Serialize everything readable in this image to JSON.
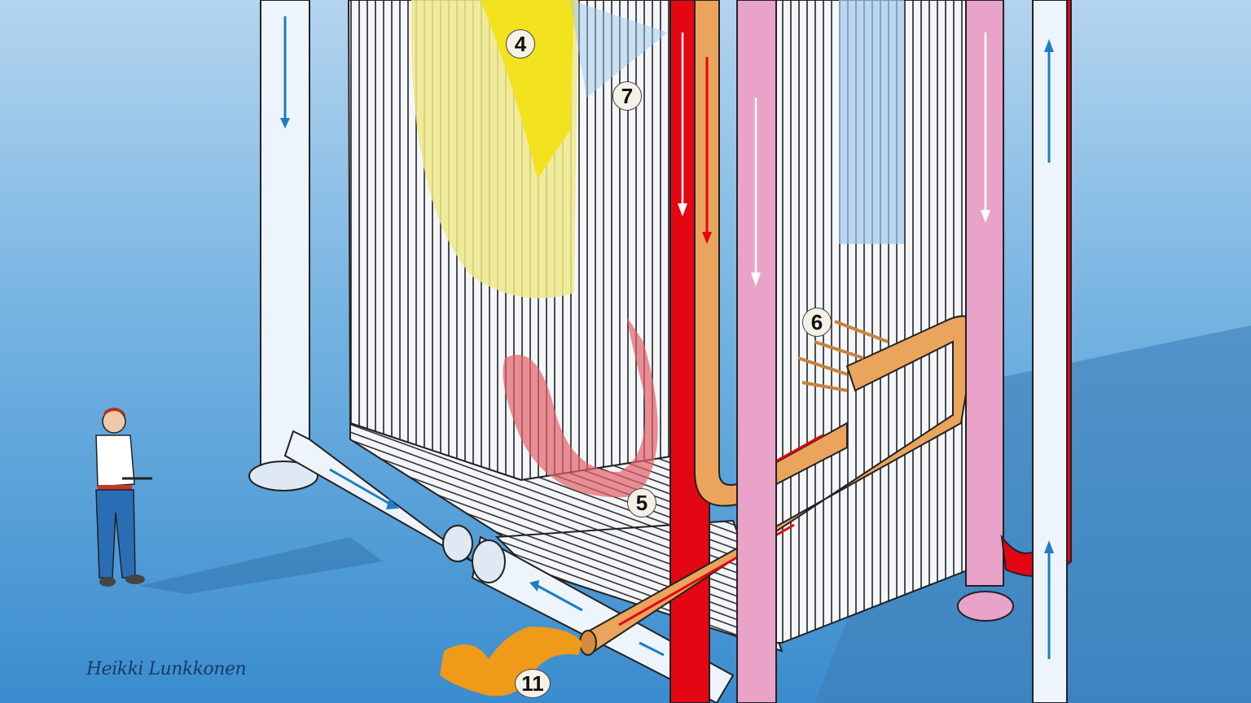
{
  "illustration": {
    "callouts": [
      {
        "id": "4",
        "label": "4"
      },
      {
        "id": "7",
        "label": "7"
      },
      {
        "id": "6",
        "label": "6"
      },
      {
        "id": "5",
        "label": "5"
      },
      {
        "id": "11",
        "label": "11"
      }
    ],
    "signature": "Heikki Lunkkonen"
  },
  "colors": {
    "background_top": "#a9cdec",
    "background_bottom": "#3f8fd0",
    "downcomer": "#eef4fb",
    "hot_pipe": "#e30613",
    "orange_pipe": "#eaa45c",
    "pink_pipe": "#e9a3c9",
    "flame": "#f3e21e",
    "flow_arrow": "#1b7fc4"
  }
}
